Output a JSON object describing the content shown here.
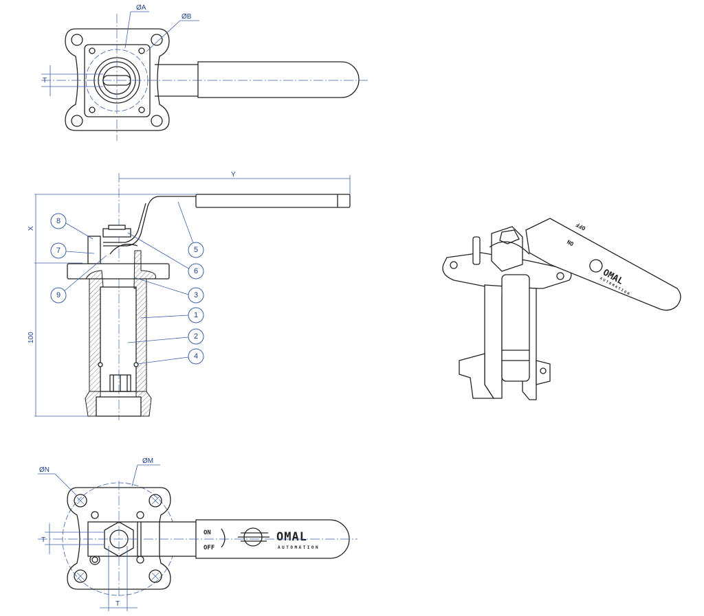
{
  "top_view": {
    "dim_a": "ØA",
    "dim_b": "ØB",
    "dim_t": "T"
  },
  "side_view": {
    "dim_y": "Y",
    "dim_x": "X",
    "dim_height": "100",
    "balloons": [
      "8",
      "7",
      "9",
      "5",
      "6",
      "3",
      "1",
      "2",
      "4"
    ]
  },
  "bottom_view": {
    "dim_n": "ØN",
    "dim_m": "ØM",
    "dim_t_left": "T",
    "dim_t_bottom": "T",
    "handle_on": "ON",
    "handle_off": "OFF",
    "brand": "OMAL",
    "brand_sub": "AUTOMATION"
  },
  "iso_view": {
    "handle_on": "ON",
    "handle_off": "OFF",
    "brand": "OMAL",
    "brand_sub": "AUTOMATION"
  },
  "colors": {
    "dimension": "#3b5ea8",
    "outline": "#222222"
  }
}
